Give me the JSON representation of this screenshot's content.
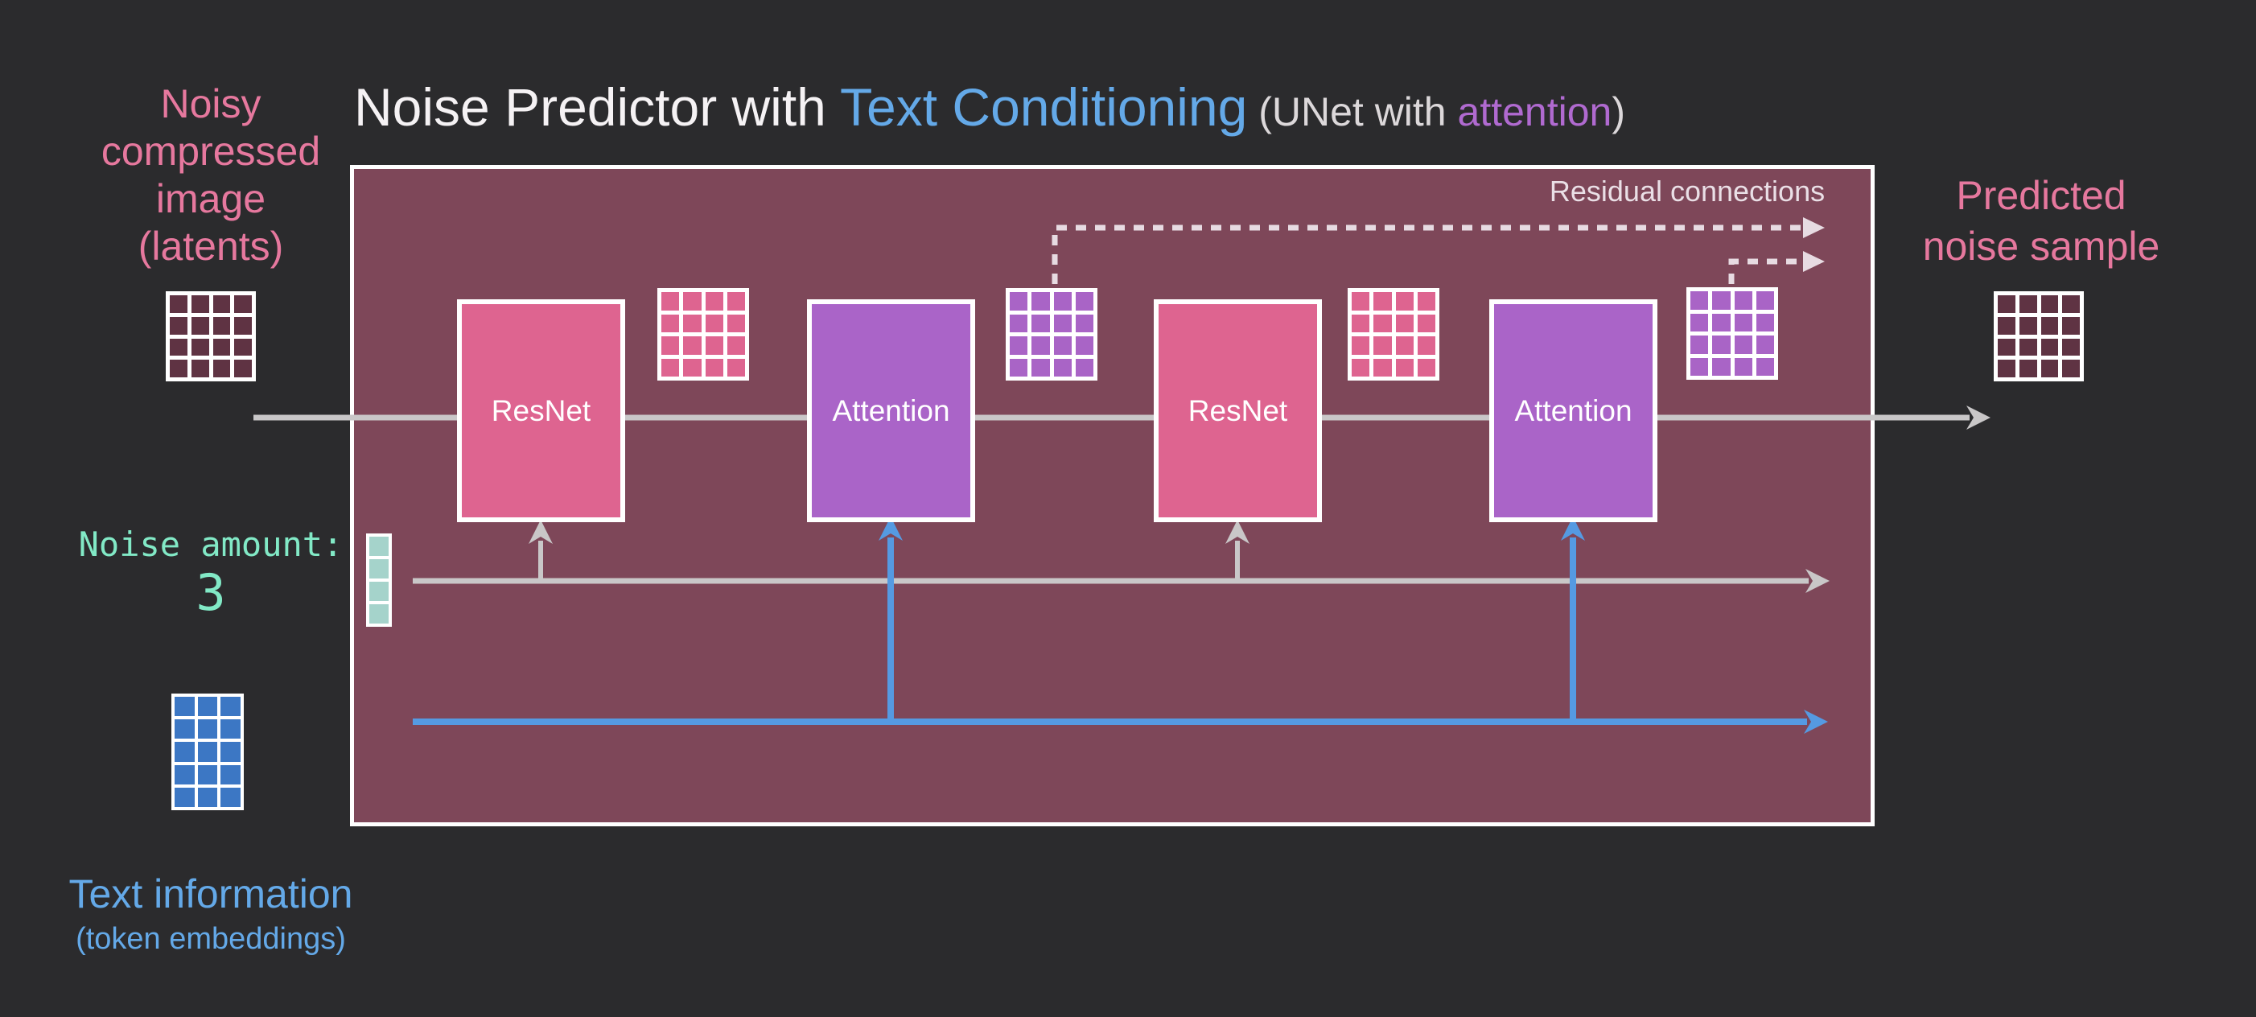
{
  "title": {
    "main": "Noise Predictor with ",
    "highlight": "Text Conditioning",
    "subtitle_prefix": " (UNet with ",
    "subtitle_highlight": "attention",
    "subtitle_suffix": ")"
  },
  "input_label": {
    "line1": "Noisy",
    "line2": "compressed",
    "line3": "image",
    "line4": "(latents)"
  },
  "noise_amount": {
    "label": "Noise amount:",
    "value": "3"
  },
  "text_label": {
    "line1": "Text information",
    "line2": "(token embeddings)"
  },
  "output_label": {
    "line1": "Predicted",
    "line2": "noise sample"
  },
  "unet": {
    "residual_label": "Residual connections",
    "blocks": [
      {
        "label": "ResNet"
      },
      {
        "label": "Attention"
      },
      {
        "label": "ResNet"
      },
      {
        "label": "Attention"
      }
    ]
  },
  "grids": {
    "latents": {
      "rows": 4,
      "cols": 4,
      "color": "#5f3343"
    },
    "unet_1": {
      "rows": 4,
      "cols": 4,
      "color": "#de6490"
    },
    "unet_2": {
      "rows": 4,
      "cols": 4,
      "color": "#a964c6"
    },
    "unet_3": {
      "rows": 4,
      "cols": 4,
      "color": "#de6490"
    },
    "unet_4": {
      "rows": 4,
      "cols": 4,
      "color": "#a964c6"
    },
    "output": {
      "rows": 4,
      "cols": 4,
      "color": "#5f3343"
    },
    "token": {
      "rows": 5,
      "cols": 3,
      "color": "#3c77c4"
    },
    "noise_knob": {
      "rows": 4,
      "cols": 1,
      "color": "#a5d3cb"
    }
  },
  "colors": {
    "background": "#2b2b2d",
    "unet_box": "#7e4759",
    "resnet_block": "#de6490",
    "attention_block": "#aa64c8",
    "flow_line": "#c9c7c8",
    "conditioning_line_blue": "#559ae2",
    "residual_dash": "#e7dbe2",
    "label_pink": "#e6789e",
    "label_blue": "#64a9e8",
    "noise_mint": "#82e9c6",
    "title_highlight_blue": "#64a9e8",
    "attention_word_purple": "#b06ad0"
  }
}
